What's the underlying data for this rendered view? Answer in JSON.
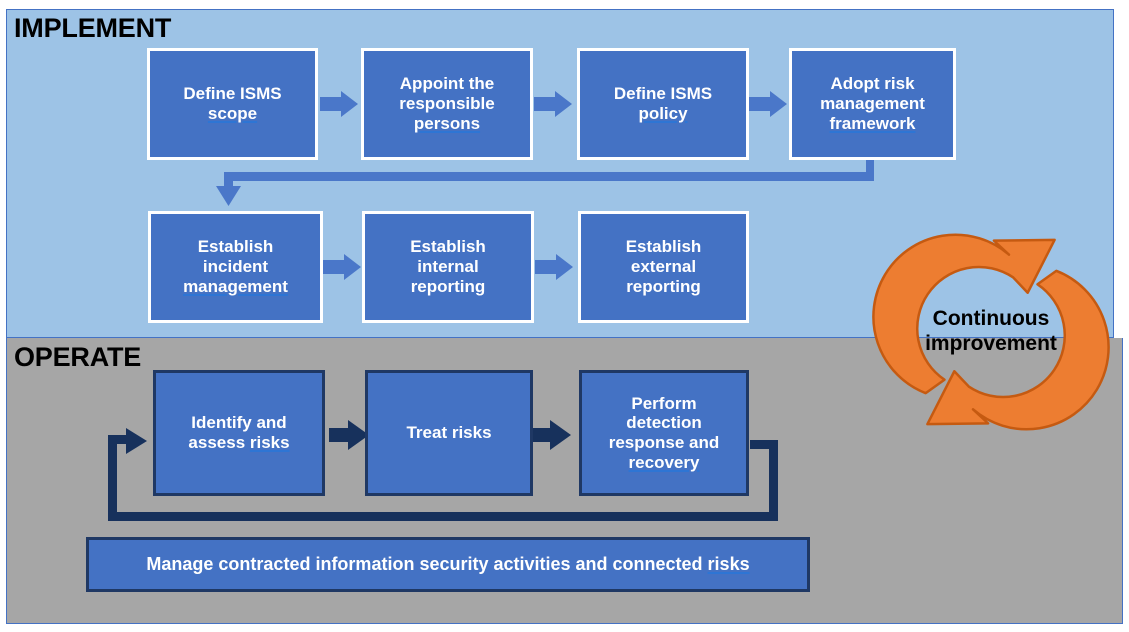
{
  "diagram": {
    "title_implement": "IMPLEMENT",
    "title_operate": "OPERATE",
    "colors": {
      "implement_background": "#9DC3E6",
      "operate_background": "#A6A6A6",
      "box_fill": "#4472C4",
      "implement_box_border": "#FFFFFF",
      "operate_box_border": "#1F3864",
      "implement_arrow": "#4472C4",
      "operate_arrow": "#1F3864",
      "cycle_arrow": "#ED7D31",
      "cycle_arrow_outline": "#C55A11",
      "panel_border": "#4472C4",
      "spellcheck_underline": "#2E75D4"
    }
  },
  "implement": {
    "row1": [
      {
        "id": "define-isms-scope",
        "line1": "Define ISMS",
        "line2": "scope",
        "line2_flagged": true
      },
      {
        "id": "appoint-responsible-persons",
        "line1": "Appoint the",
        "line2": "responsible",
        "line3": "persons",
        "line3_flagged": true
      },
      {
        "id": "define-isms-policy",
        "line1": "Define ISMS",
        "line2": "policy",
        "line2_flagged": true
      },
      {
        "id": "adopt-risk-management-framework",
        "line1": "Adopt risk",
        "line2": "management",
        "line3": "framework",
        "line3_flagged": true
      }
    ],
    "row2": [
      {
        "id": "establish-incident-management",
        "line1": "Establish",
        "line2": "incident",
        "line3": "management",
        "line3_flagged": true
      },
      {
        "id": "establish-internal-reporting",
        "line1": "Establish",
        "line2": "internal",
        "line3": "reporting",
        "line3_flagged": false
      },
      {
        "id": "establish-external-reporting",
        "line1": "Establish",
        "line2": "external",
        "line3": "reporting",
        "line3_flagged": false
      }
    ]
  },
  "operate": {
    "row1": [
      {
        "id": "identify-assess-risks",
        "line1": "Identify and",
        "line2": "assess ",
        "line2_flagged_word": "risks"
      },
      {
        "id": "treat-risks",
        "line1": "Treat risks"
      },
      {
        "id": "perform-detection-response-recovery",
        "line1": "Perform",
        "line2": "detection",
        "line3": "response and",
        "line4": "recovery",
        "line4_flagged": true
      }
    ],
    "banner": {
      "id": "manage-contracted-activities",
      "text_before": "Manage contracted information security activities and connected ",
      "text_flagged": "risks"
    }
  },
  "cycle": {
    "label_line1": "Continuous",
    "label_line2": "improvement"
  }
}
